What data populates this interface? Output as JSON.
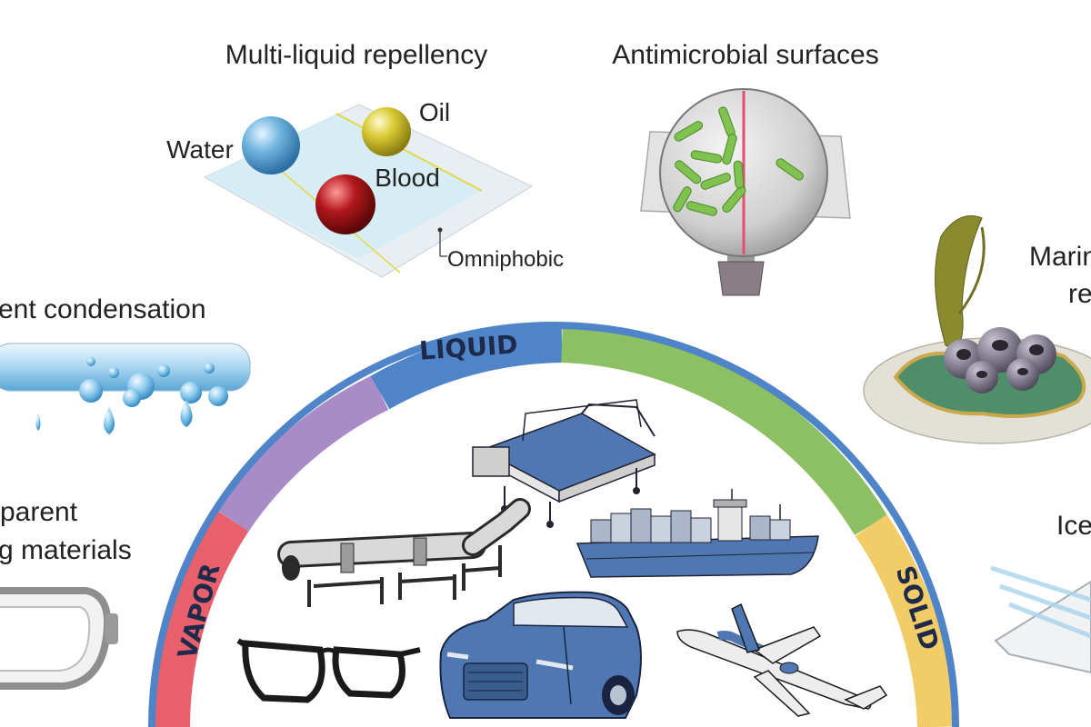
{
  "labels": {
    "multi_liquid": "Multi-liquid repellency",
    "antimicrobial": "Antimicrobial surfaces",
    "water": "Water",
    "oil": "Oil",
    "blood": "Blood",
    "omniphobic": "Omniphobic",
    "condensation": "ent condensation",
    "marine_1": "Marin",
    "marine_2": "re",
    "transparent_1": "parent",
    "transparent_2": "g materials",
    "ice": "Ice"
  },
  "arc": {
    "vapor": "VAPOR",
    "liquid": "LIQUID",
    "solid": "SOLID"
  },
  "colors": {
    "vapor": "#e8606c",
    "purple": "#a98bc8",
    "liquid": "#4f84c8",
    "green": "#8cc063",
    "solid": "#f2cc66",
    "object_blue": "#4f78b3",
    "water_drop": "#6fb3de",
    "oil_drop": "#d9c933",
    "blood_drop": "#b3181c",
    "bacteria": "#7fc24f"
  }
}
